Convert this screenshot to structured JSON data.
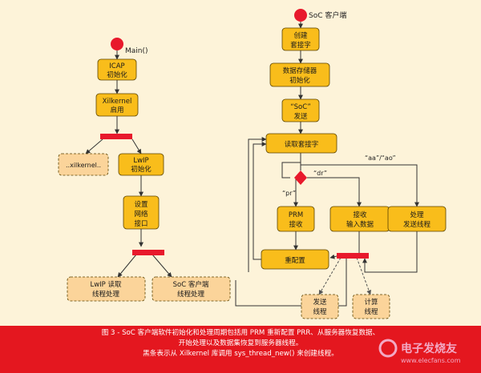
{
  "colors": {
    "background": "#fdf3d9",
    "node_fill": "#f9bd1b",
    "node_stroke": "#5a4200",
    "dashed_fill": "#fbd49a",
    "start_dot": "#e8192c",
    "sync_bar": "#e8192c",
    "arrow": "#333333",
    "caption_bg": "#e4171f",
    "caption_text": "#ffffff",
    "watermark": "#f2a9c4"
  },
  "start_labels": {
    "main": "Main()",
    "soc": "SoC 客户端"
  },
  "left_flow": {
    "icap": [
      "ICAP",
      "初始化"
    ],
    "xilkernel": [
      "Xilkernel",
      "启用"
    ],
    "xilkernel_dots": "..xilkernel..",
    "lwip": [
      "LwIP",
      "初始化"
    ],
    "setup_if": [
      "设置",
      "网络",
      "接口"
    ],
    "lwip_read": [
      "LwIP 读取",
      "线程处理"
    ],
    "soc_client": [
      "SoC 客户端",
      "线程处理"
    ]
  },
  "right_flow": {
    "create_socket": [
      "创建",
      "套接字"
    ],
    "memory_init": [
      "数据存储器",
      "初始化"
    ],
    "send_soc": [
      "“SoC”",
      "发送"
    ],
    "read_socket": "读取套接字",
    "prm_receive": [
      "PRM",
      "接收"
    ],
    "receive_input": [
      "接收",
      "输入数据"
    ],
    "handle_send": [
      "处理",
      "发送线程"
    ],
    "reconfig": "重配置",
    "send_thread": [
      "发送",
      "线程"
    ],
    "compute_thread": [
      "计算",
      "线程"
    ]
  },
  "edge_labels": {
    "pr": "“pr”",
    "dr": "“dr”",
    "aa_ao": "“aa”/“ao”"
  },
  "caption": {
    "line1": "图 3 - SoC 客户端软件初始化和处理周期包括用 PRM 重新配置 PRR、从服务器恢复数据、",
    "line2": "开始处理以及数据集恢复到服务器线程。",
    "line3": "黑条表示从 Xilkernel 库调用 sys_thread_new() 来创建线程。"
  },
  "watermark": {
    "brand": "电子发烧友",
    "site": "www.elecfans.com"
  }
}
